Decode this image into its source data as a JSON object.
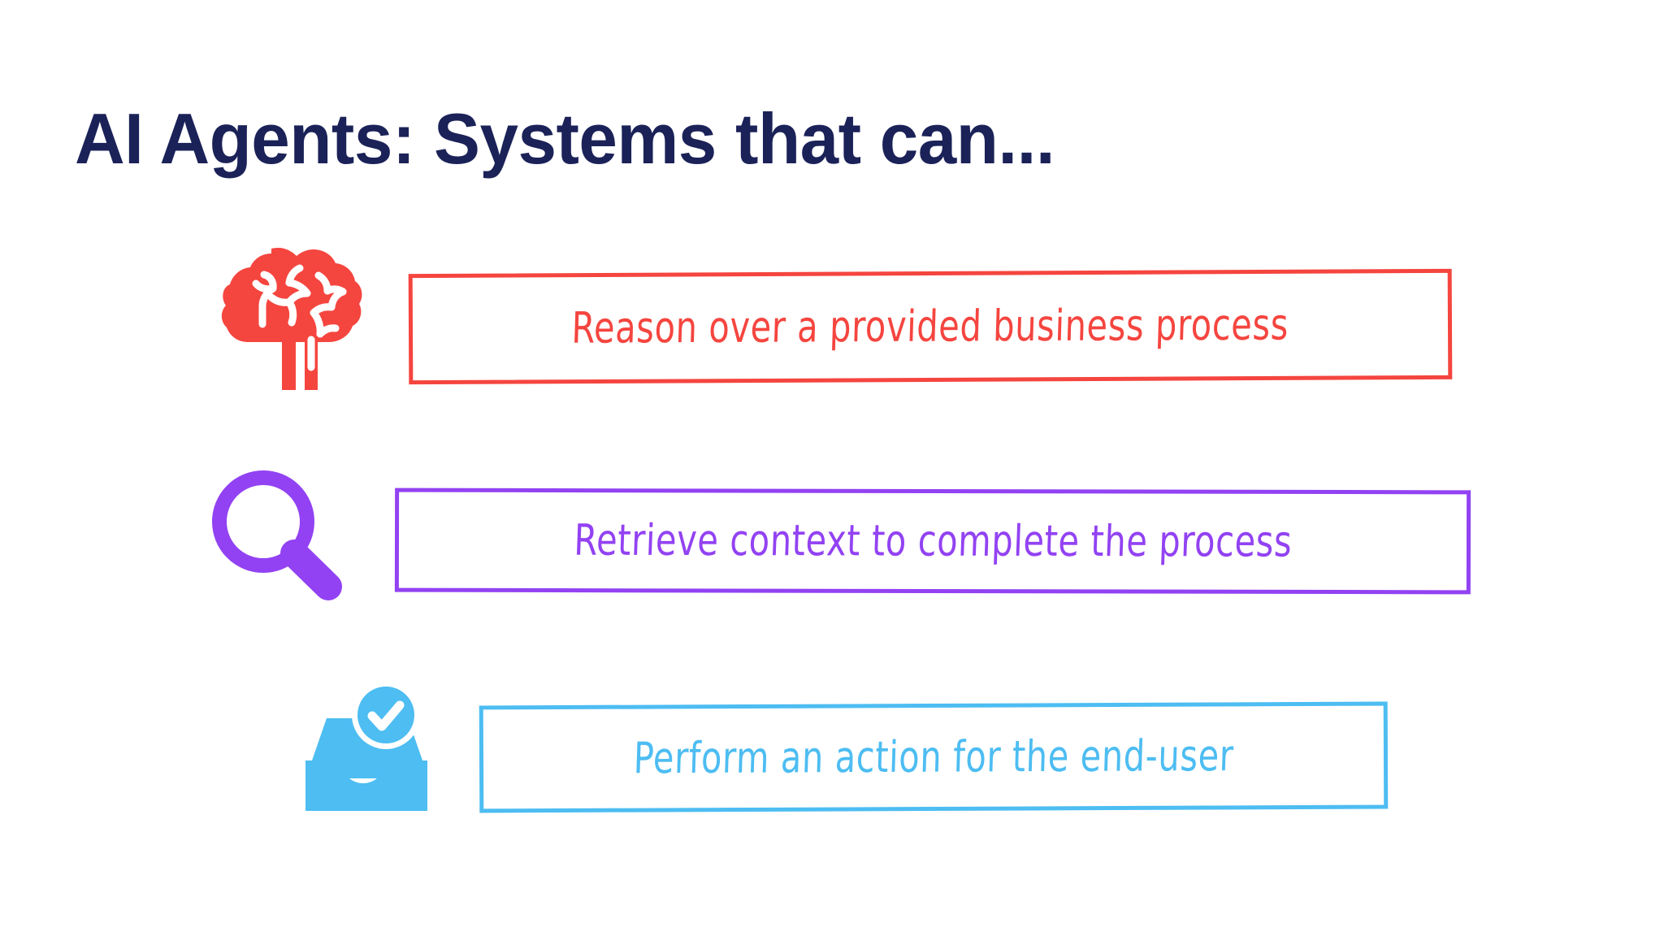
{
  "slide": {
    "title": "AI Agents: Systems that can...",
    "background_color": "#FFFFFF",
    "title_color": "#1B2258"
  },
  "capabilities": [
    {
      "id": "reason",
      "icon": "brain-icon",
      "text": "Reason over a provided business process",
      "color": "#F5453F"
    },
    {
      "id": "retrieve",
      "icon": "magnifying-glass-icon",
      "text": "Retrieve context to complete the process",
      "color": "#9242F2"
    },
    {
      "id": "perform",
      "icon": "inbox-check-icon",
      "text": "Perform an action for the end-user",
      "color": "#4DBDF2"
    }
  ]
}
